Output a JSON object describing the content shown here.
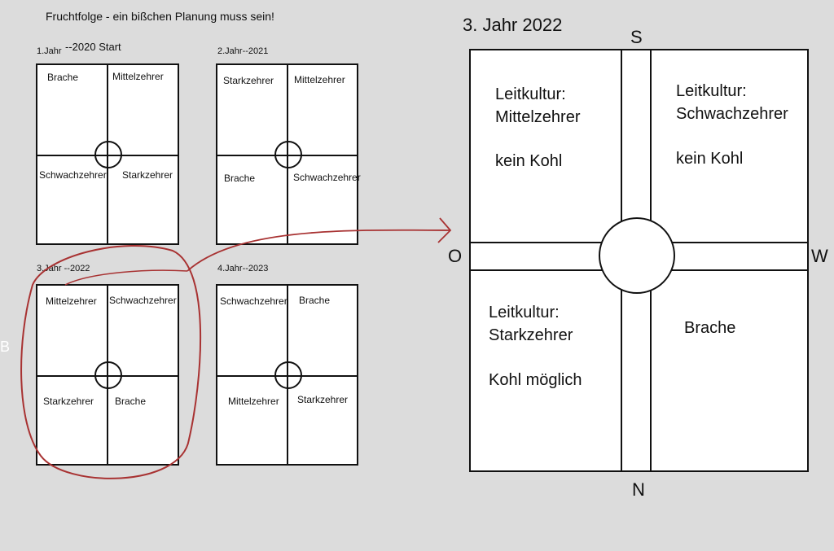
{
  "title": "Fruchtfolge -  ein bißchen Planung muss sein!",
  "mini_plans": [
    {
      "heading_a": "1.Jahr",
      "heading_b": "--2020 Start",
      "tl": "Brache",
      "tr": "Mittelzehrer",
      "bl": "Schwachzehrer",
      "br": "Starkzehrer"
    },
    {
      "heading": "2.Jahr--2021",
      "tl": "Starkzehrer",
      "tr": "Mittelzehrer",
      "bl": "Brache",
      "br": "Schwachzehrer"
    },
    {
      "heading": "3.Jahr --2022",
      "tl": "Mittelzehrer",
      "tr": "Schwachzehrer",
      "bl": "Starkzehrer",
      "br": "Brache"
    },
    {
      "heading": "4.Jahr--2023",
      "tl": "Schwachzehrer",
      "tr": "Brache",
      "bl": "Mittelzehrer",
      "br": "Starkzehrer"
    }
  ],
  "side_letter": "B",
  "big_plan": {
    "heading": "3. Jahr 2022",
    "compass": {
      "north": "N",
      "south": "S",
      "east": "O",
      "west": "W"
    },
    "tl": {
      "line1": "Leitkultur:",
      "line2": "Mittelzehrer",
      "note": "kein Kohl"
    },
    "tr": {
      "line1": "Leitkultur:",
      "line2": "Schwachzehrer",
      "note": "kein Kohl"
    },
    "bl": {
      "line1": "Leitkultur:",
      "line2": "Starkzehrer",
      "note": "Kohl möglich"
    },
    "br": {
      "label": "Brache"
    }
  },
  "colors": {
    "background": "#dcdcdc",
    "annotation": "#a83232",
    "line": "#111111",
    "bed": "#ffffff"
  }
}
